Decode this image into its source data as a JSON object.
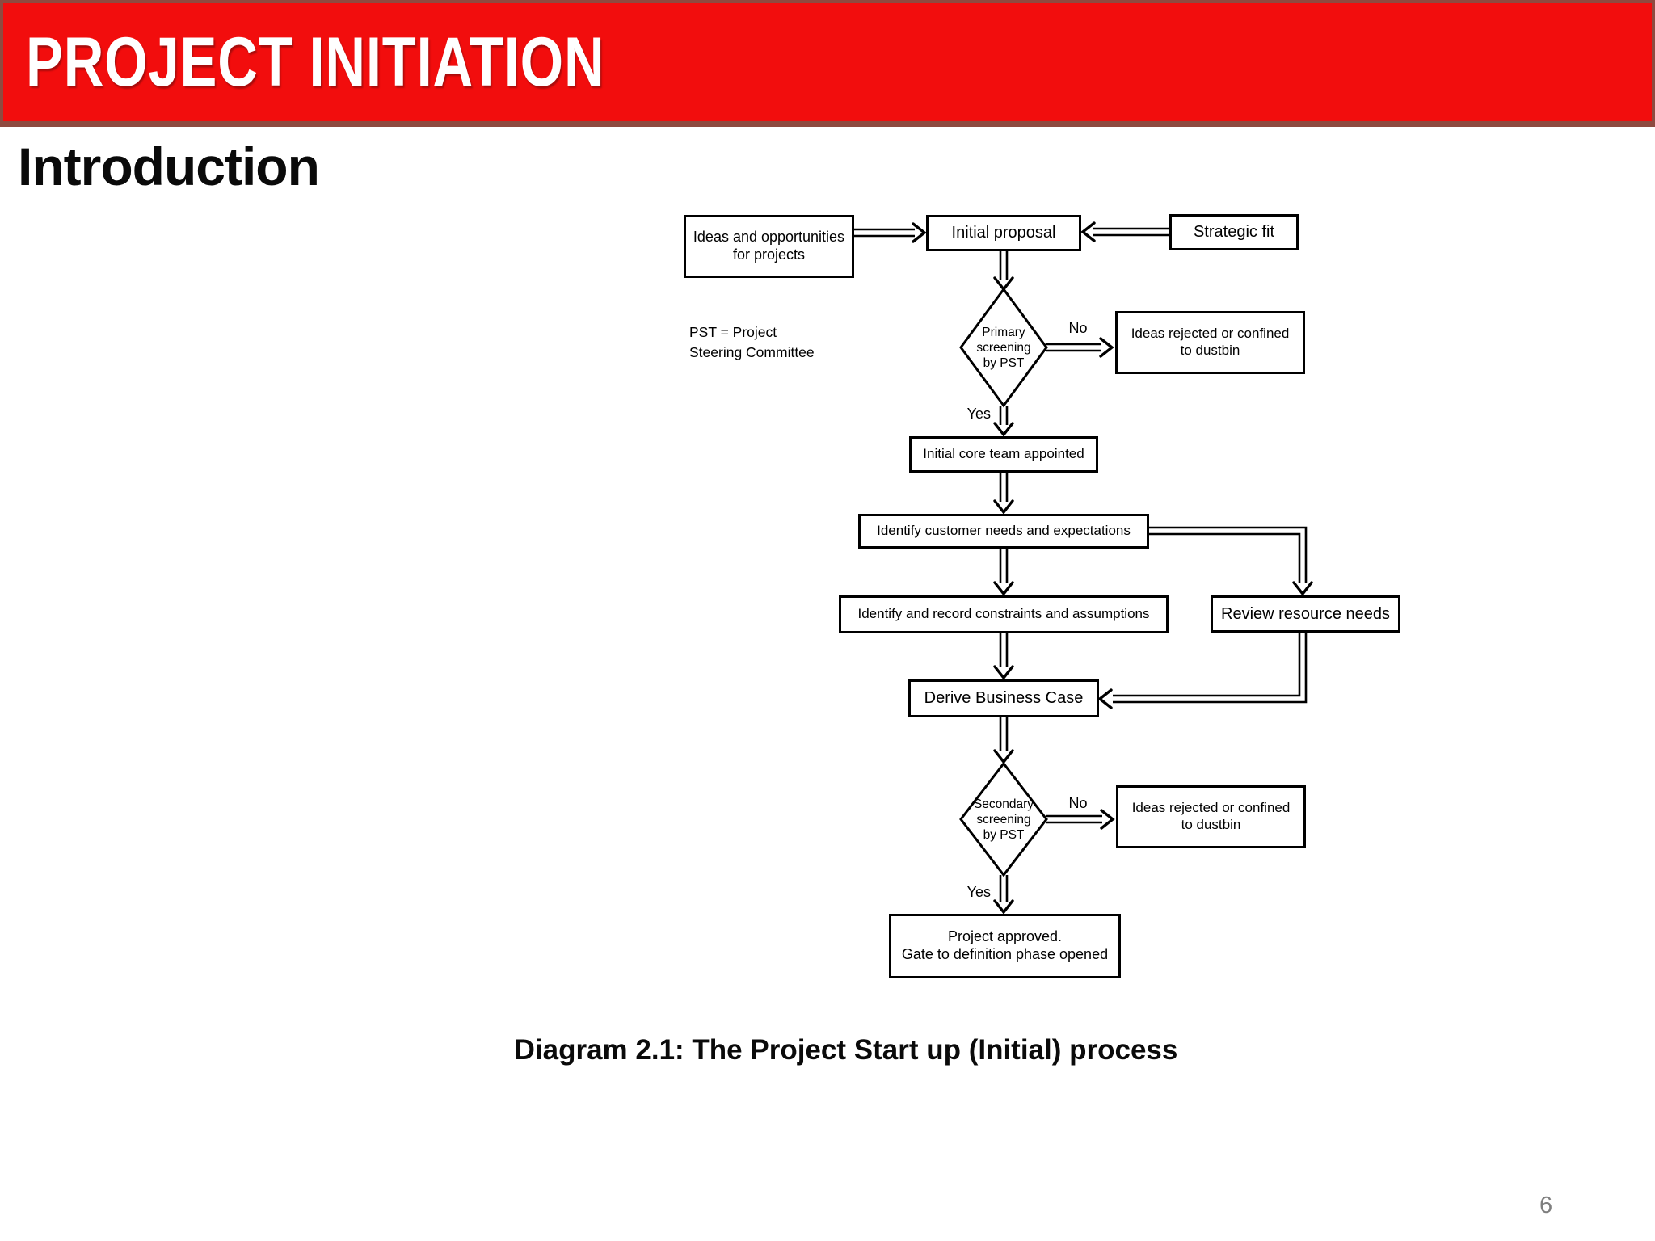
{
  "slide": {
    "banner": {
      "title": "PROJECT INITIATION"
    },
    "heading": "Introduction",
    "caption": "Diagram 2.1: The Project Start up (Initial) process",
    "page_number": "6"
  },
  "colors": {
    "banner_bg": "#f20d0d",
    "banner_border": "#8e4a40",
    "node_bg": "#ffffff",
    "node_border": "#000000",
    "text": "#000000",
    "page_number": "#7f7f7f"
  },
  "flowchart": {
    "note": "PST = Project\nSteering Committee",
    "labels": {
      "yes1": "Yes",
      "no1": "No",
      "yes2": "Yes",
      "no2": "No"
    },
    "nodes": {
      "ideas": "Ideas and opportunities\nfor projects",
      "initial_proposal": "Initial proposal",
      "strategic_fit": "Strategic fit",
      "primary_screening": "Primary\nscreening\nby PST",
      "rejected_primary": "Ideas rejected or confined\nto dustbin",
      "core_team": "Initial core team appointed",
      "identify_customer": "Identify customer needs and expectations",
      "identify_constraints": "Identify and record constraints and assumptions",
      "review_resource": "Review resource needs",
      "derive_business_case": "Derive Business Case",
      "secondary_screening": "Secondary\nscreening\nby PST",
      "rejected_secondary": "Ideas rejected or confined\nto dustbin",
      "approved": "Project approved.\nGate to definition phase opened"
    }
  }
}
